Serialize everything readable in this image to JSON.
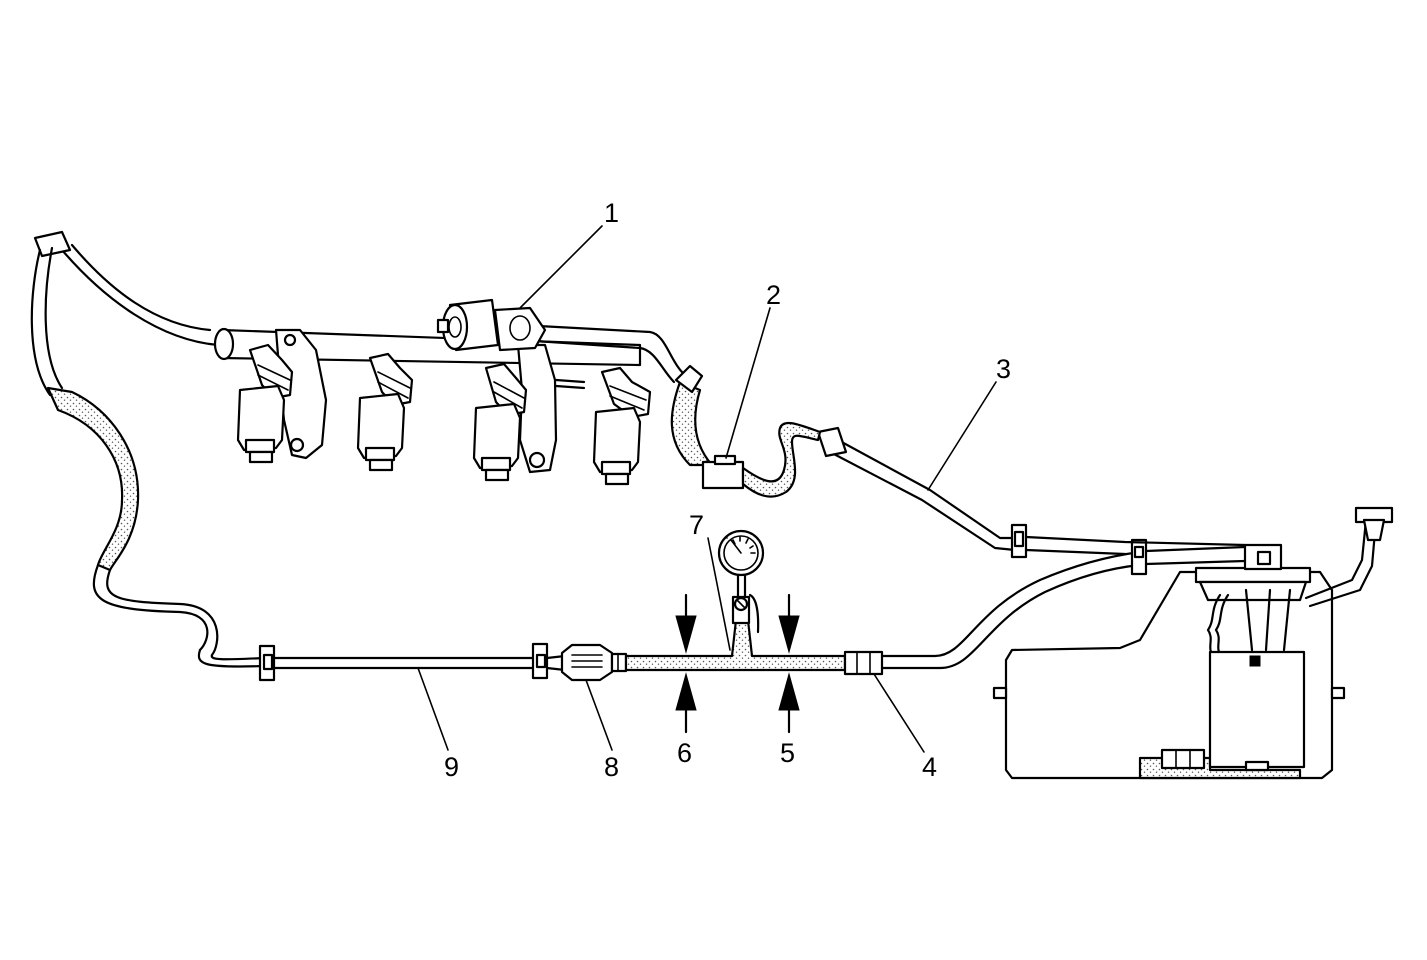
{
  "diagram": {
    "callouts": [
      {
        "id": "1",
        "label": "1"
      },
      {
        "id": "2",
        "label": "2"
      },
      {
        "id": "3",
        "label": "3"
      },
      {
        "id": "4",
        "label": "4"
      },
      {
        "id": "5",
        "label": "5"
      },
      {
        "id": "6",
        "label": "6"
      },
      {
        "id": "7",
        "label": "7"
      },
      {
        "id": "8",
        "label": "8"
      },
      {
        "id": "9",
        "label": "9"
      }
    ],
    "colors": {
      "line": "#000000",
      "background": "#ffffff",
      "stipple": "#555555"
    }
  }
}
